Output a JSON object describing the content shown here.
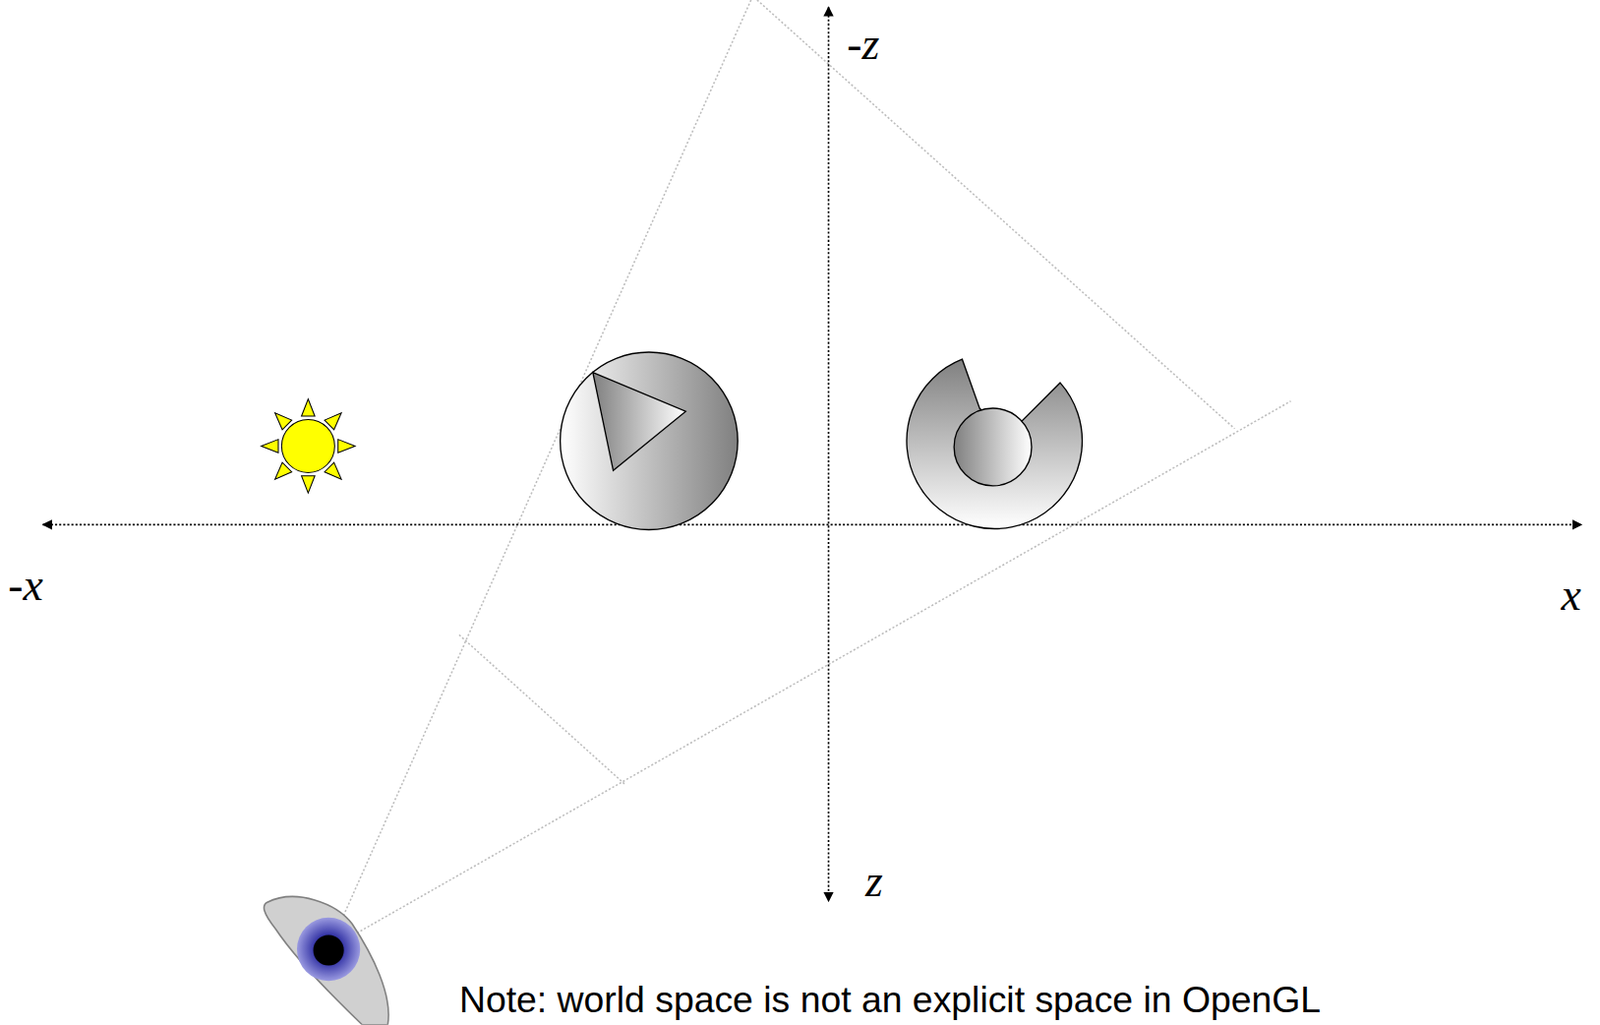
{
  "diagram": {
    "labels": [
      "-z",
      "z",
      "-x",
      "x",
      "Note: world space is not an explicit space in OpenGL"
    ]
  }
}
